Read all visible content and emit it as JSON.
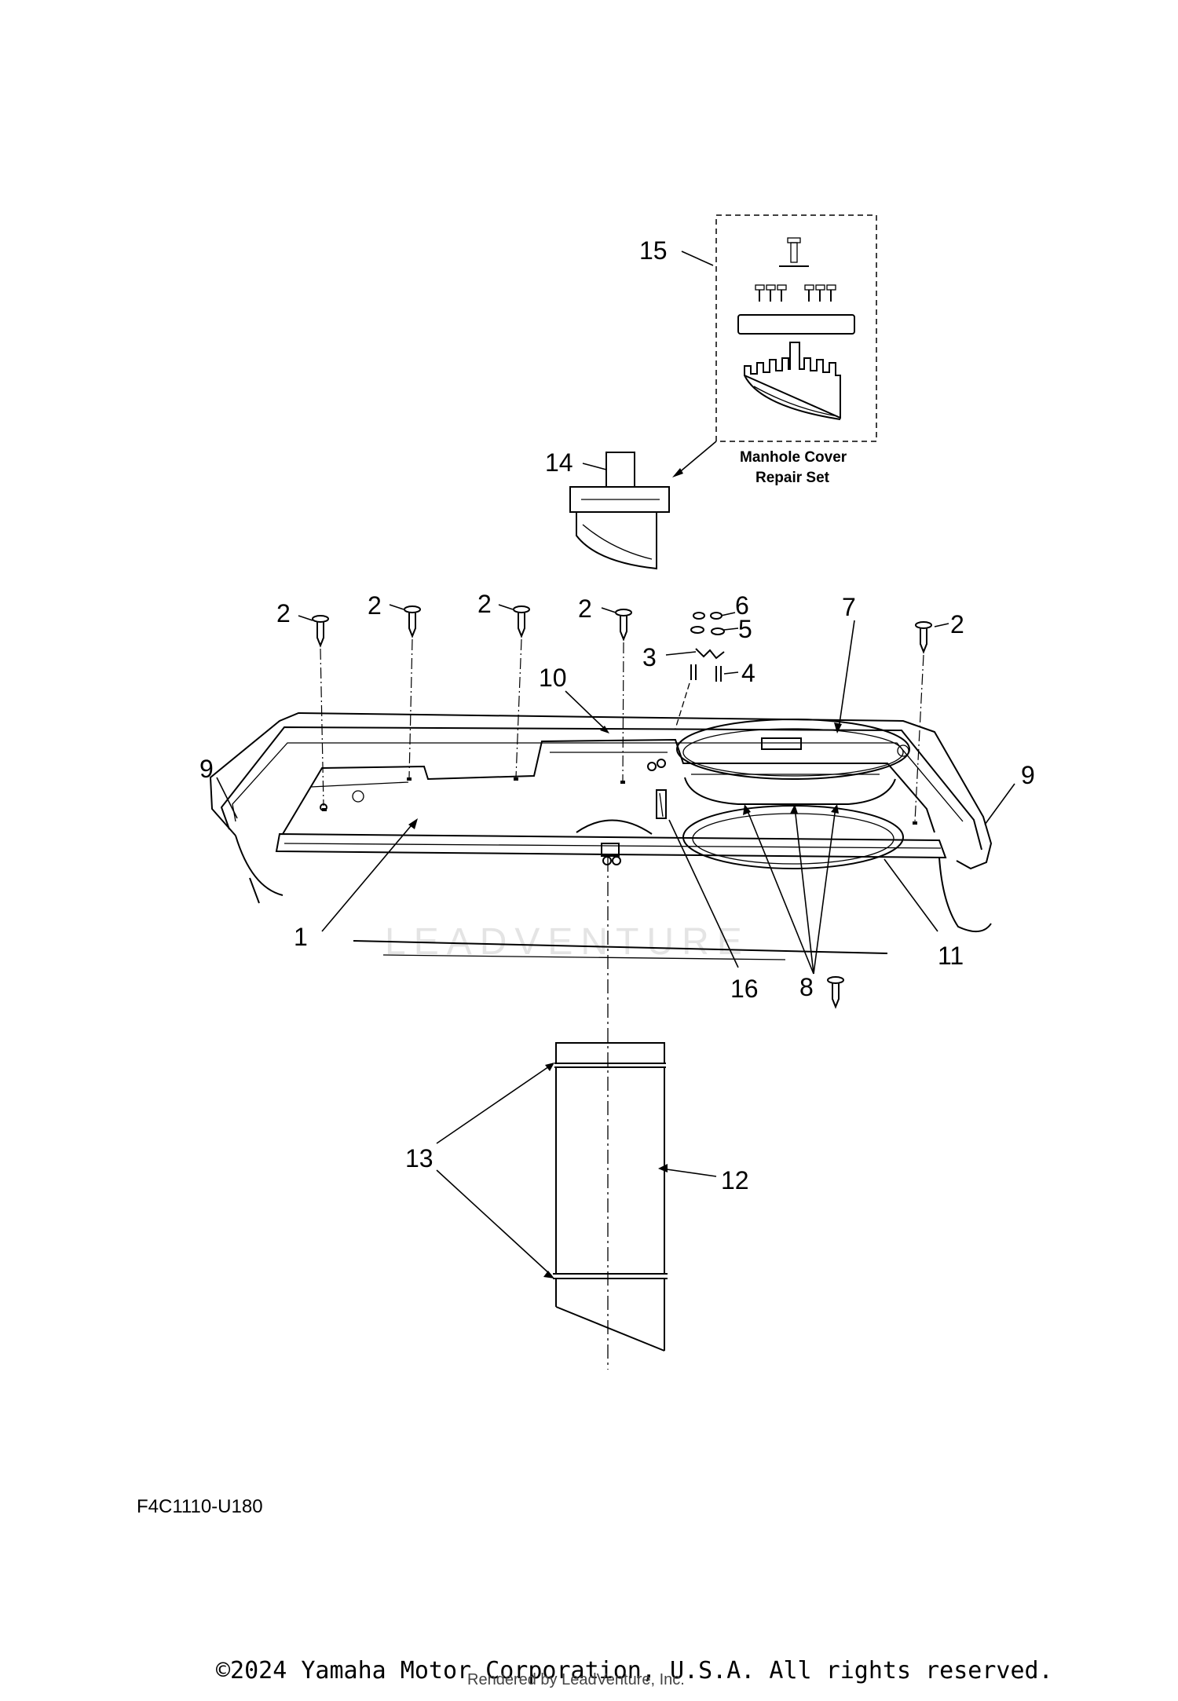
{
  "diagram": {
    "repair_set_label_line1": "Manhole Cover",
    "repair_set_label_line2": "Repair Set",
    "part_code": "F4C1110-U180",
    "watermark": "LEADVENTURE",
    "copyright": "©2024 Yamaha Motor Corporation, U.S.A. All rights reserved.",
    "rendered_by": "Rendered by LeadVenture, Inc.",
    "callouts": {
      "c1": "1",
      "c2a": "2",
      "c2b": "2",
      "c2c": "2",
      "c2d": "2",
      "c2e": "2",
      "c3": "3",
      "c4": "4",
      "c5": "5",
      "c6": "6",
      "c7": "7",
      "c8": "8",
      "c9a": "9",
      "c9b": "9",
      "c10": "10",
      "c11": "11",
      "c12": "12",
      "c13": "13",
      "c14": "14",
      "c15": "15",
      "c16": "16"
    }
  }
}
